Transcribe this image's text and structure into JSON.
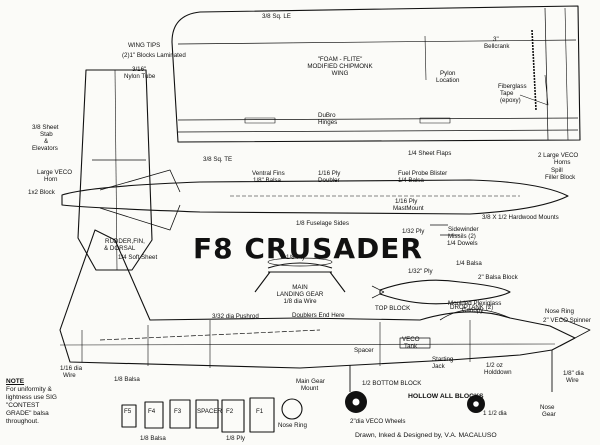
{
  "title": "F8 CRUSADER",
  "credit": "Drawn, Inked & Designed by,   V.A. MACALUSO",
  "hollow_blocks": "HOLLOW ALL BLOCKS",
  "note": {
    "heading": "NOTE",
    "body": "For uniformity & lightness use SIG \"CONTEST GRADE\" balsa throughout."
  },
  "wing_labels": {
    "wing_tips": "WING TIPS",
    "blocks_laminated": "(2)1\" Blocks Laminated",
    "nylon_tube_1": "3/16\"",
    "nylon_tube_2": "Nylon Tube",
    "sq_le": "3/8 Sq. LE",
    "foam_flite": "\"FOAM - FLITE\"",
    "chipmonk_1": "MODIFIED CHIPMONK",
    "chipmonk_2": "WING",
    "pylon_1": "Pylon",
    "pylon_2": "Location",
    "bellcrank_1": "3\"",
    "bellcrank_2": "Bellcrank",
    "fiberglass_1": "Fiberglass",
    "fiberglass_2": "Tape",
    "fiberglass_3": "(epoxy)",
    "dubro_1": "DuBro",
    "dubro_2": "Hinges",
    "sq_te": "3/8  Sq. TE",
    "sheet_flaps": "1/4 Sheet Flaps",
    "veco_horns_1": "2 Large VECO",
    "veco_horns_2": "Horns",
    "spill_1": "Spill",
    "spill_2": "Filler Block"
  },
  "stab_labels": {
    "sheet_stab_1": "3/8 Sheet",
    "sheet_stab_2": "Stab",
    "sheet_stab_3": "&",
    "sheet_stab_4": "Elevators",
    "veco_horn_1": "Large VECO",
    "veco_horn_2": "Horn",
    "block": "1x2 Block"
  },
  "side_labels": {
    "ventral_1": "Ventral Fins",
    "ventral_2": "1/8\" Balsa",
    "ply_doubler_1": "1/16 Ply",
    "ply_doubler_2": "Doubler",
    "fuel_probe": "Fuel Probe Blister",
    "quarter_balsa": "1/4 Balsa",
    "mast_mount_1": "1/16 Ply",
    "mast_mount_2": "MastMount",
    "hardwood": "3/8 X 1/2  Hardwood Mounts",
    "fuselage_sides": "1/8 Fuselage Sides",
    "sidewinder_1": "Sidewinder",
    "sidewinder_2": "Missils (2)",
    "dowels": "1/4 Dowels",
    "ply_32": "1/32 Ply"
  },
  "gear_labels": {
    "ply_8": "1/8 Ply",
    "main_1": "MAIN",
    "main_2": "LANDING GEAR",
    "main_3": "1/8 dia Wire",
    "ply_32b": "1/32\" Ply",
    "balsa_14": "1/4 Balsa",
    "block_2": "2\" Balsa Block",
    "droptank": "DROPTANK (2)"
  },
  "fuse_labels": {
    "rudder_1": "RUDDER,FIN,",
    "rudder_2": "& DORSAL",
    "soft_sheet": "1/4 Soft Sheet",
    "pushrod": "3/32 dia Pushrod",
    "doublers": "Doublers End Here",
    "top_block": "TOP BLOCK",
    "canopy_1": "Moulded Plexiglass",
    "canopy_2": "Canopy",
    "nose_ring": "Nose Ring",
    "spinner": "2\" VECO Spinner",
    "tank_1": "VECO",
    "tank_2": "Tank",
    "starting_1": "Starting",
    "starting_2": "Jack",
    "hold_1": "1/2 oz",
    "hold_2": "Holddown",
    "wire_dia": "1/8\" dia",
    "wire": "Wire",
    "spacer": "Spacer",
    "balsa_18": "1/8 Balsa",
    "wire_16_1": "1/16 dia",
    "wire_16_2": "Wire",
    "gear_mount_1": "Main Gear",
    "gear_mount_2": "Mount",
    "bottom_block": "1/2 BOTTOM BLOCK",
    "wheels": "2\"dia VECO Wheels",
    "dia_15": "1 1/2 dia",
    "nose_gear_1": "Nose",
    "nose_gear_2": "Gear"
  },
  "formers": [
    "F5",
    "F4",
    "F3",
    "SPACER",
    "F2",
    "F1"
  ],
  "former_labels": {
    "f5": "F5",
    "f4": "F4",
    "f3": "F3",
    "f2": "F2",
    "f1": "F1",
    "balsa_18": "1/8  Balsa",
    "ply_18": "1/8   Ply",
    "nose_ring": "Nose Ring"
  }
}
